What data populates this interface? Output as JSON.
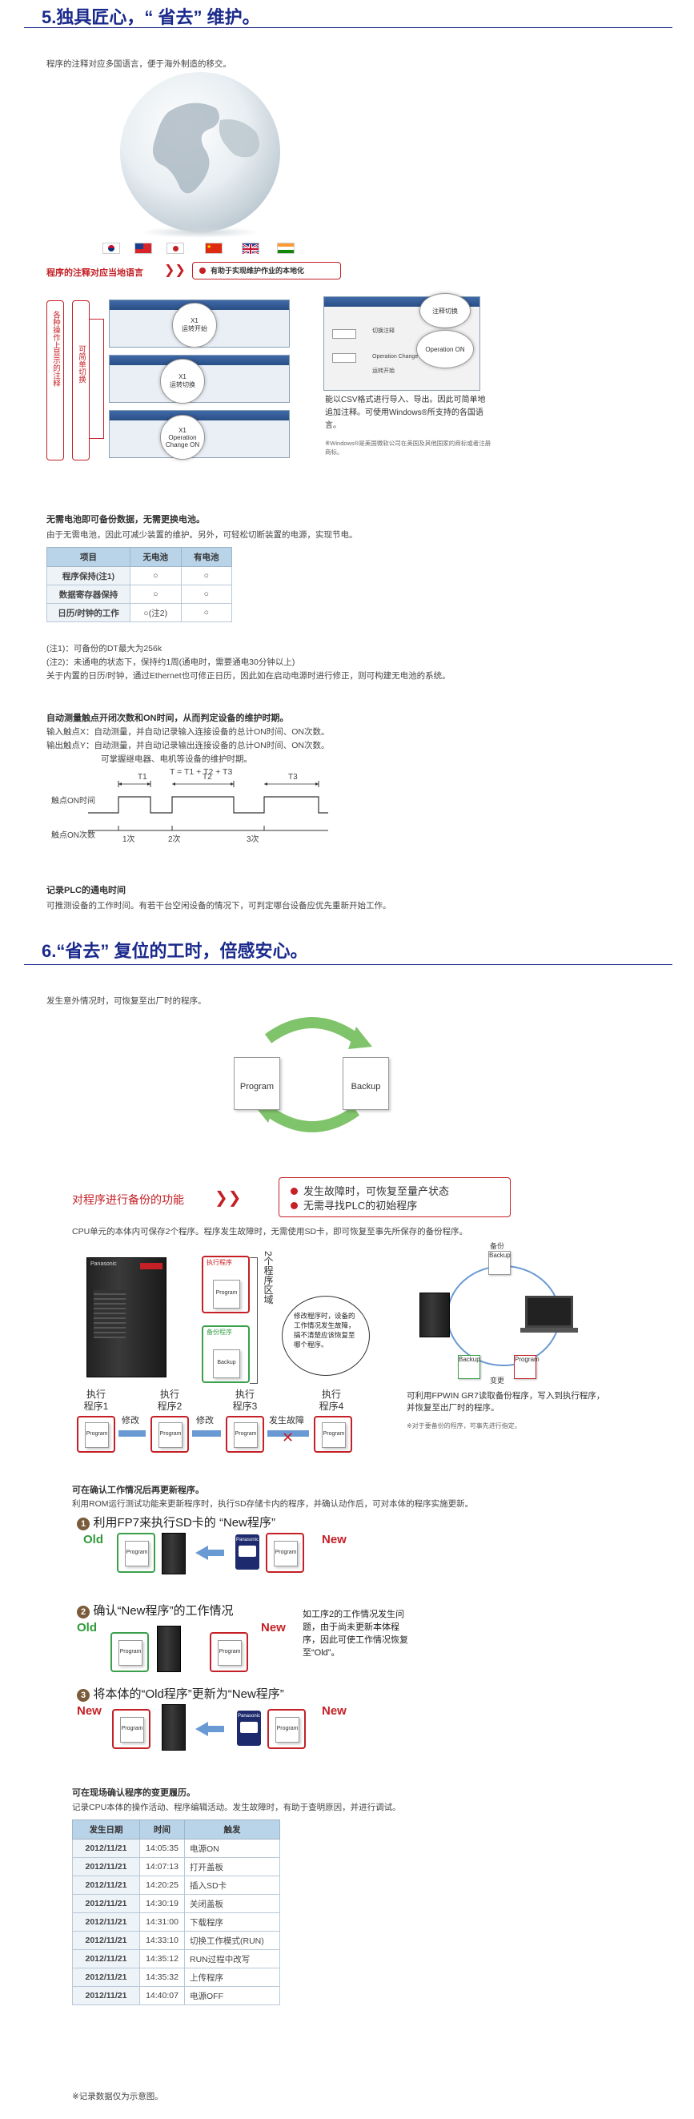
{
  "s5": {
    "title": "5.独具匠心，“ 省去” 维护。",
    "intro": "程序的注释对应多国语言，便于海外制造的移交。",
    "lang_label": "程序的注释对应当地语言",
    "lang_bullet": "有助于实现维护作业的本地化",
    "switch_label_left": "各种操作上显示的注释",
    "switch_label_right": "可简单切换",
    "win_text_1": "切换注释",
    "win_text_2": "注释切换",
    "win_text_3": "Operation ON",
    "win_text_4": "Operation Change ON",
    "win_text_5": "运转开始",
    "win_text_6": "运转切换",
    "csv_text": "能以CSV格式进行导入、导出。因此可简单地追加注释。可使用Windows®所支持的各国语言。",
    "win_note": "※Windows®是美国微软公司在美国及其他国家的商标或者注册商标。",
    "battery_title": "无需电池即可备份数据，无需更换电池。",
    "battery_desc": "由于无需电池，因此可减少装置的维护。另外，可轻松切断装置的电源，实现节电。",
    "battery_table": {
      "headers": [
        "项目",
        "无电池",
        "有电池"
      ],
      "rows": [
        [
          "程序保持(注1)",
          "○",
          "○"
        ],
        [
          "数据寄存器保持",
          "○",
          "○"
        ],
        [
          "日历/时钟的工作",
          "○(注2)",
          "○"
        ]
      ]
    },
    "note1": "(注1)：可备份的DT最大为256k",
    "note2": "(注2)：未通电的状态下，保持约1周(通电时，需要通电30分钟以上)",
    "note3": "关于内置的日历/时钟，通过Ethernet也可修正日历，因此如在启动电源时进行修正，则可构建无电池的系统。",
    "auto_title": "自动测量触点开闭次数和ON时间，从而判定设备的维护时期。",
    "auto_x": "输入触点X：自动测量，并自动记录输入连接设备的总计ON时间、ON次数。",
    "auto_y": "输出触点Y：自动测量，并自动记录输出连接设备的总计ON时间、ON次数。",
    "auto_grasp": "可掌握继电器、电机等设备的维护时期。",
    "formula": "T = T1 + T2 + T3",
    "timing_on_label": "触点ON时间",
    "timing_count_label": "触点ON次数",
    "t1": "T1",
    "t2": "T2",
    "t3": "T3",
    "c1": "1次",
    "c2": "2次",
    "c3": "3次",
    "plc_record_title": "记录PLC的通电时间",
    "plc_record_desc": "可推测设备的工作时间。有若干台空闲设备的情况下，可判定哪台设备应优先重新开始工作。"
  },
  "s6": {
    "title": "6.“省去” 复位的工时，倍感安心。",
    "intro": "发生意外情况时，可恢复至出厂时的程序。",
    "program_label": "Program",
    "backup_label": "Backup",
    "backup_func": "对程序进行备份的功能",
    "bullet1": "发生故障时，可恢复至量产状态",
    "bullet2": "无需寻找PLC的初始程序",
    "cpu_desc": "CPU单元的本体内可保存2个程序。程序发生故障时，无需使用SD卡，即可恢复至事先所保存的备份程序。",
    "exec_prog_tag": "执行程序",
    "backup_prog_tag": "备份程序",
    "two_area": "2个程序区域",
    "bubble": "修改程序时，设备的工作情况发生故障，搞不清楚应该恢复至哪个程序。",
    "exec1": "执行程序1",
    "exec2": "执行程序2",
    "exec3": "执行程序3",
    "exec4": "执行程序4",
    "modify1": "修改",
    "modify2": "修改",
    "fault": "发生故障",
    "cycle_backup": "备份",
    "cycle_change": "变更",
    "gr7_text": "可利用FPWIN GR7读取备份程序，写入到执行程序，并恢复至出厂时的程序。",
    "gr7_note": "※对于要备份的程序，可事先进行指定。",
    "rom_title": "可在确认工作情况后再更新程序。",
    "rom_desc": "利用ROM运行测试功能来更新程序时，执行SD存储卡内的程序，并确认动作后，可对本体的程序实施更新。",
    "step1": "利用FP7来执行SD卡的 “New程序”",
    "step2": "确认“New程序”的工作情况",
    "step3": "将本体的“Old程序”更新为“New程序”",
    "old": "Old",
    "new": "New",
    "step2_note": "如工序2的工作情况发生问题，由于尚未更新本体程序，因此可使工作情况恢复至“Old”。",
    "sd_label": "Panasonic",
    "log_title": "可在现场确认程序的变更履历。",
    "log_desc": "记录CPU本体的操作活动、程序编辑活动。发生故障时，有助于查明原因，并进行调试。",
    "log_headers": [
      "发生日期",
      "时间",
      "触发"
    ],
    "log_rows": [
      [
        "2012/11/21",
        "14:05:35",
        "电源ON"
      ],
      [
        "2012/11/21",
        "14:07:13",
        "打开盖板"
      ],
      [
        "2012/11/21",
        "14:20:25",
        "插入SD卡"
      ],
      [
        "2012/11/21",
        "14:30:19",
        "关闭盖板"
      ],
      [
        "2012/11/21",
        "14:31:00",
        "下载程序"
      ],
      [
        "2012/11/21",
        "14:33:10",
        "切换工作模式(RUN)"
      ],
      [
        "2012/11/21",
        "14:35:12",
        "RUN过程中改写"
      ],
      [
        "2012/11/21",
        "14:35:32",
        "上传程序"
      ],
      [
        "2012/11/21",
        "14:40:07",
        "电源OFF"
      ]
    ],
    "log_note": "※记录数据仅为示意图。"
  },
  "colors": {
    "title": "#1a2a8c",
    "accent_red": "#c42026",
    "accent_green": "#3aa04a",
    "table_head": "#b9d3e8"
  }
}
